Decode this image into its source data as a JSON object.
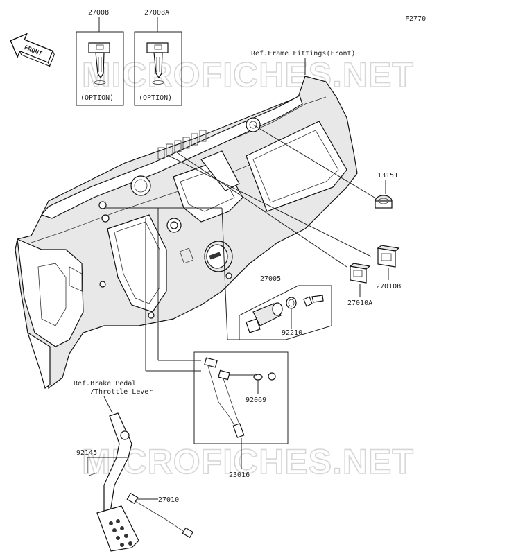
{
  "figure_code": "F2770",
  "front_label": "FRONT",
  "watermark": "MICROFICHES.NET",
  "refs": {
    "frame": "Ref.Frame Fittings(Front)",
    "brake_line1": "Ref.Brake Pedal",
    "brake_line2": "/Throttle Lever"
  },
  "options": {
    "key1_part": "27008",
    "key2_part": "27008A",
    "option_text": "(OPTION)"
  },
  "parts": {
    "p13151": "13151",
    "p27005": "27005",
    "p92210": "92210",
    "p27010A": "27010A",
    "p27010B": "27010B",
    "p92069": "92069",
    "p23016": "23016",
    "p92145": "92145",
    "p27010": "27010"
  }
}
